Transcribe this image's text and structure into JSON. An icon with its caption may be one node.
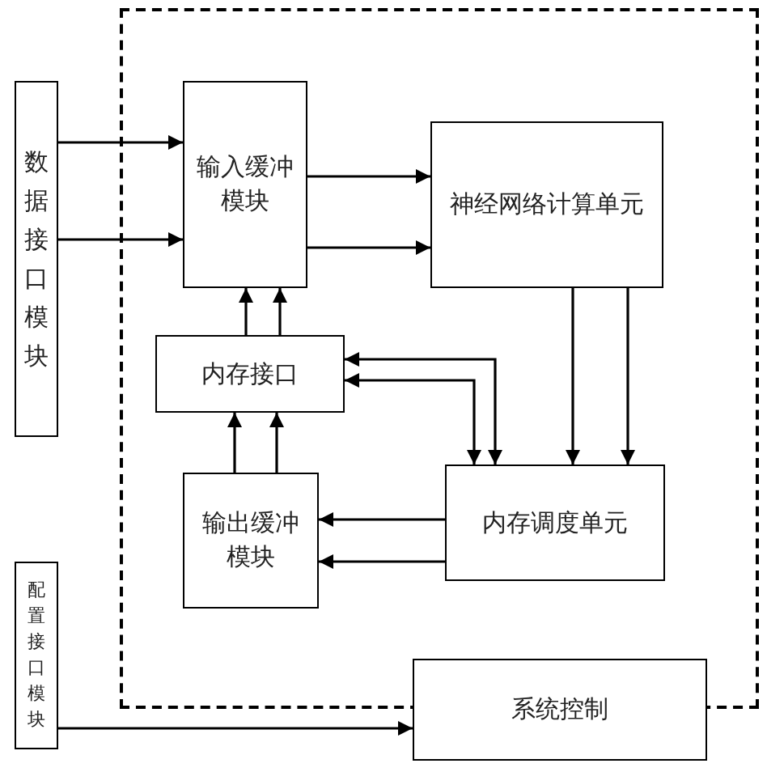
{
  "diagram": {
    "nodes": [
      {
        "text": [],
        "shape": "box"
      },
      {
        "text": [
          "数据接口模块"
        ]
      },
      {
        "text": [
          "输入缓冲模块"
        ],
        "in": 0
      },
      {
        "text": [
          "神经网络计算单元"
        ],
        "in": 0
      },
      {
        "text": [
          "内存接口"
        ],
        "in": 0
      },
      {
        "text": [
          "内存调度单元"
        ],
        "in": 0
      },
      {
        "text": [
          "输出缓冲模块"
        ],
        "in": 0
      },
      {
        "text": [
          "配置接口模块"
        ]
      },
      {
        "text": [
          "系统控制"
        ]
      }
    ],
    "edges": [
      {
        "from": 1,
        "to": 2,
        "arrow": "to"
      },
      {
        "from": 1,
        "to": 2,
        "arrow": "to"
      },
      {
        "from": 2,
        "to": 3,
        "arrow": "to"
      },
      {
        "from": 2,
        "to": 3,
        "arrow": "to"
      },
      {
        "from": 4,
        "to": 2,
        "arrow": "to"
      },
      {
        "from": 4,
        "to": 2,
        "arrow": "to"
      },
      {
        "from": 6,
        "to": 4,
        "arrow": "to"
      },
      {
        "from": 6,
        "to": 4,
        "arrow": "to"
      },
      {
        "from": 5,
        "to": 6,
        "arrow": "to"
      },
      {
        "from": 5,
        "to": 6,
        "arrow": "to"
      },
      {
        "from": 3,
        "to": 5,
        "arrow": "to"
      },
      {
        "from": 3,
        "to": 5,
        "arrow": "to"
      },
      {
        "from": 4,
        "to": 5,
        "arrow": "both"
      },
      {
        "from": 4,
        "to": 5,
        "arrow": "both"
      },
      {
        "from": 7,
        "to": 8,
        "arrow": "to"
      }
    ]
  }
}
